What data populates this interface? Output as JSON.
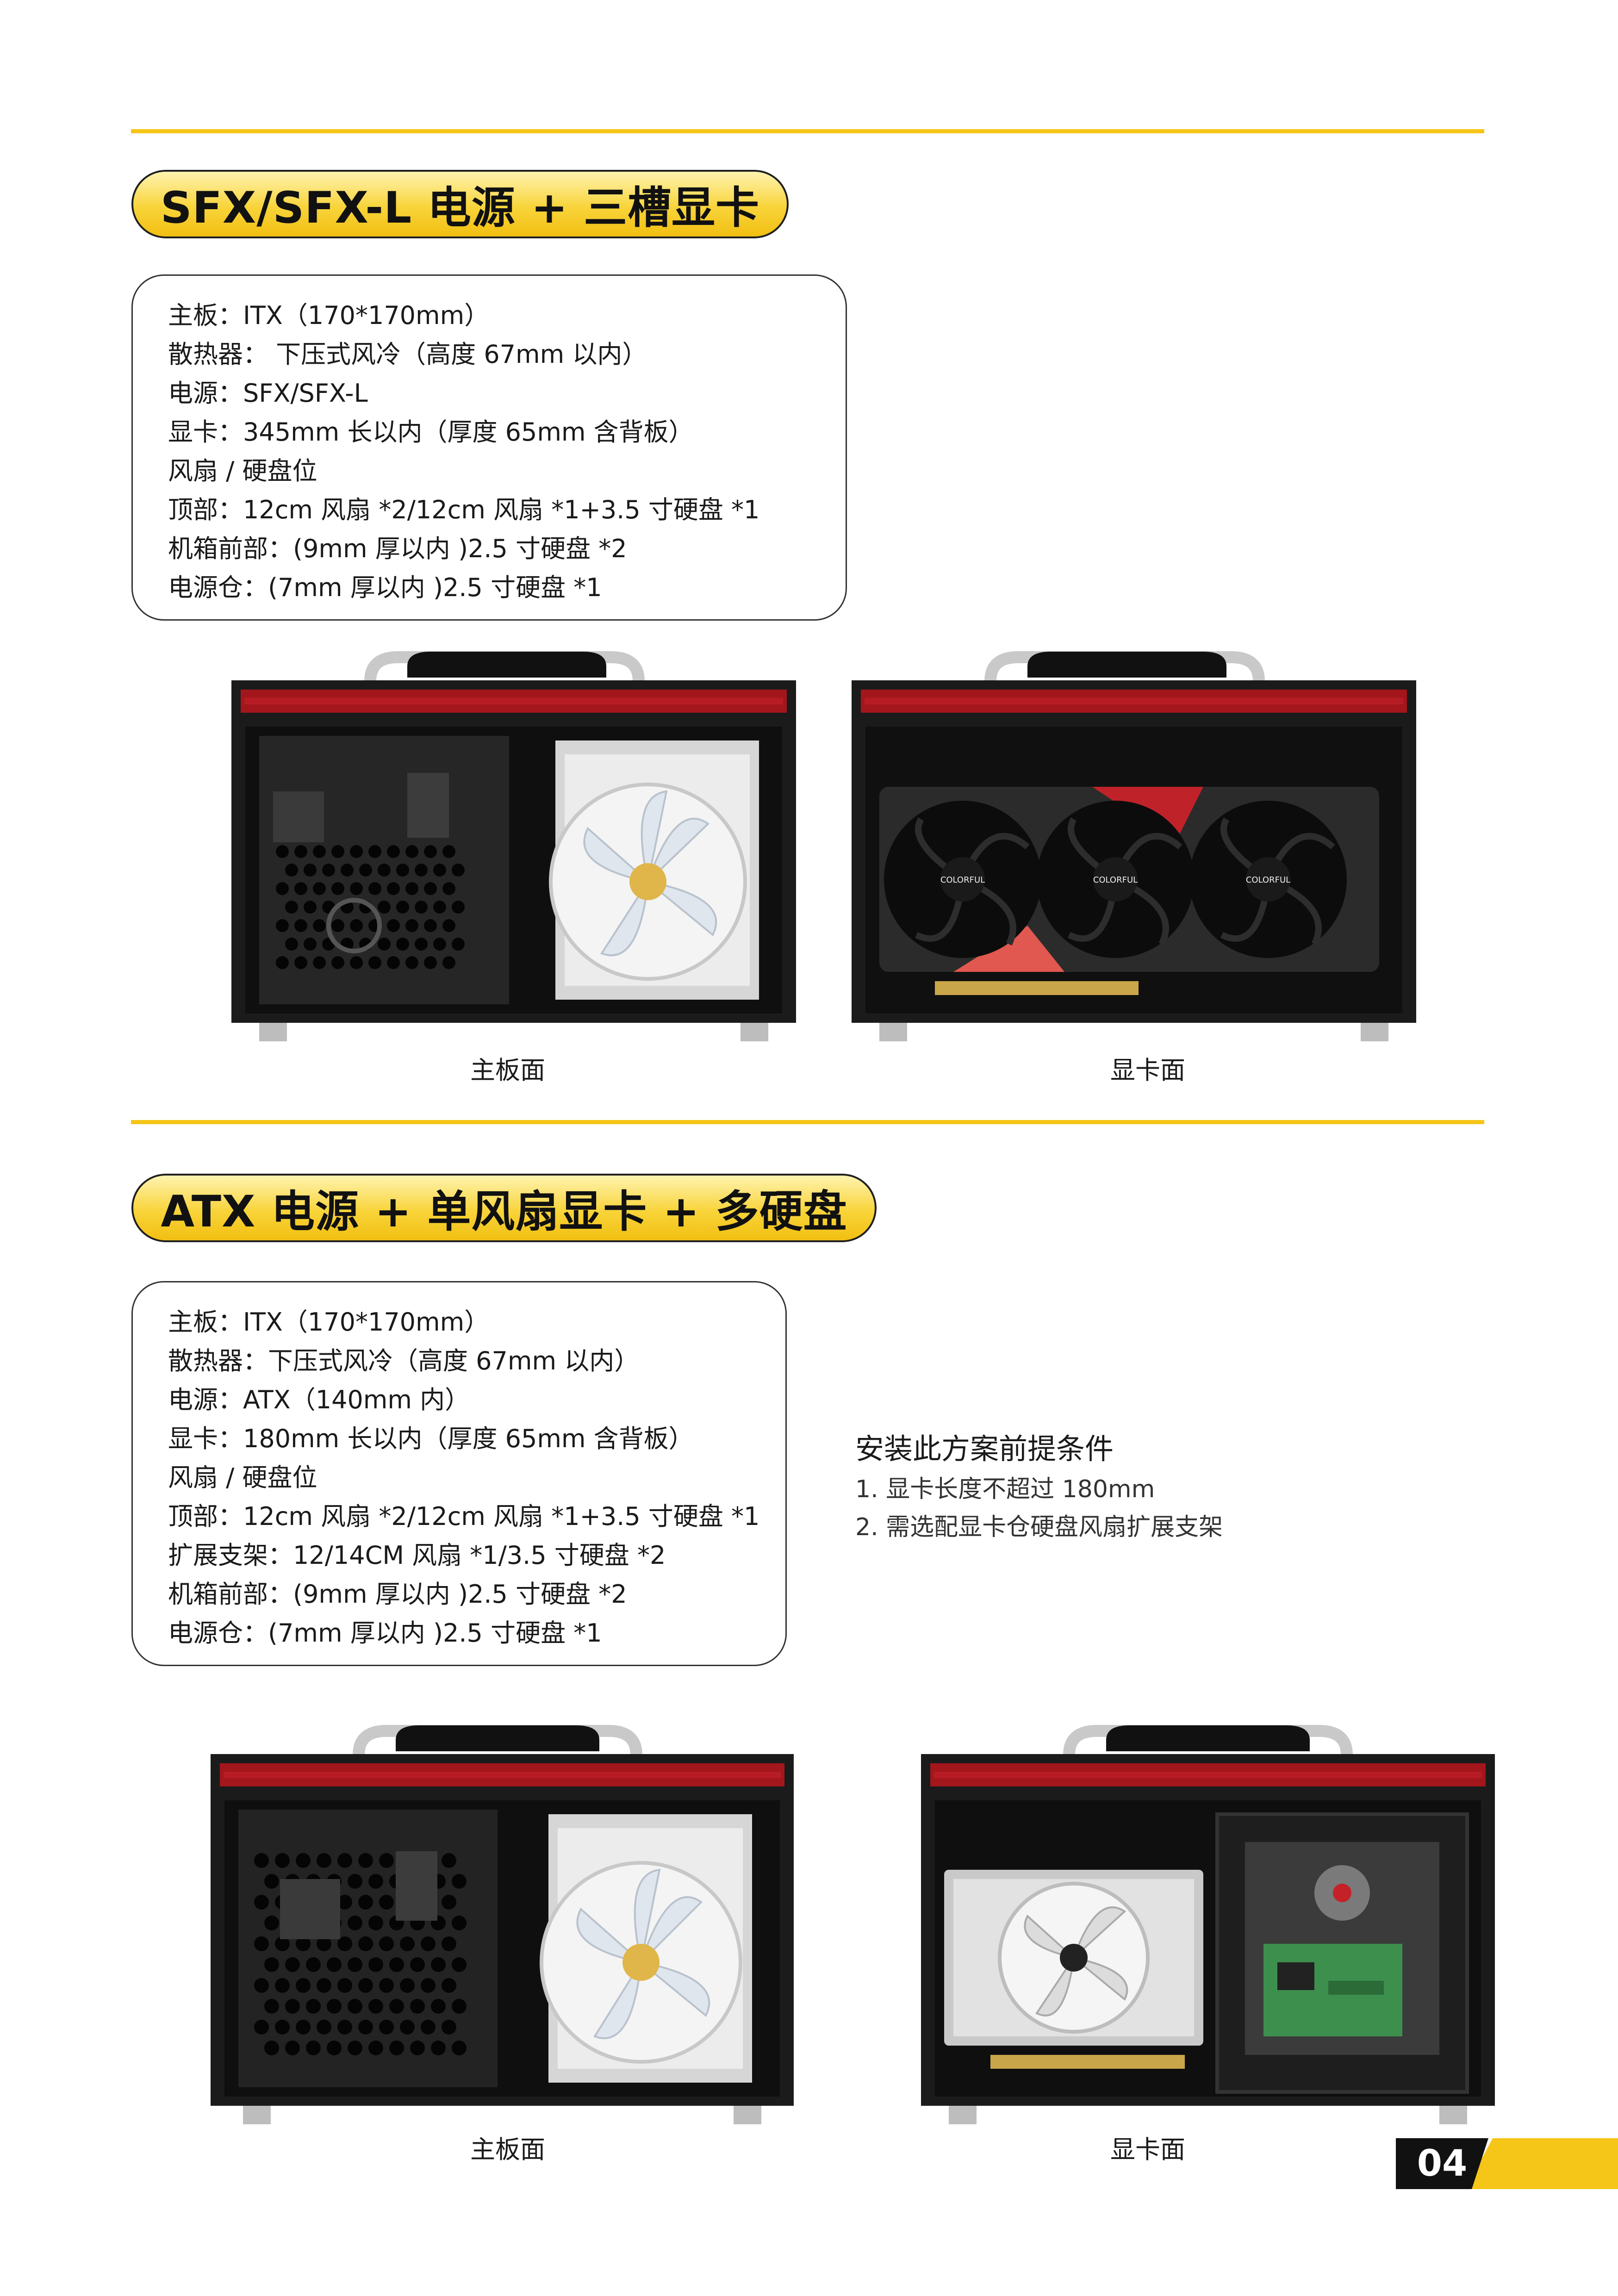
{
  "section1": {
    "title": "SFX/SFX-L 电源 + 三槽显卡",
    "specs": [
      "主板：ITX（170*170mm）",
      "散热器： 下压式风冷（高度 67mm 以内）",
      "电源：SFX/SFX-L",
      "显卡：345mm 长以内（厚度 65mm 含背板）",
      "风扇 / 硬盘位",
      "顶部：12cm 风扇 *2/12cm 风扇 *1+3.5 寸硬盘 *1",
      "机箱前部：(9mm 厚以内 )2.5 寸硬盘 *2",
      "电源仓：(7mm 厚以内 )2.5 寸硬盘 *1"
    ],
    "caption_left": "主板面",
    "caption_right": "显卡面",
    "gpu_brand": "COLORFUL"
  },
  "section2": {
    "title": "ATX 电源 + 单风扇显卡 + 多硬盘",
    "specs": [
      "主板：ITX（170*170mm）",
      "散热器：下压式风冷（高度 67mm 以内）",
      "电源：ATX（140mm 内）",
      "显卡：180mm 长以内（厚度 65mm 含背板）",
      "风扇 / 硬盘位",
      "顶部：12cm 风扇 *2/12cm 风扇 *1+3.5 寸硬盘 *1",
      "扩展支架：12/14CM 风扇 *1/3.5 寸硬盘 *2",
      "机箱前部：(9mm 厚以内 )2.5 寸硬盘 *2",
      "电源仓：(7mm 厚以内 )2.5 寸硬盘 *1"
    ],
    "prereq": {
      "heading": "安装此方案前提条件",
      "items": [
        "1. 显卡长度不超过 180mm",
        "2. 需选配显卡仓硬盘风扇扩展支架"
      ]
    },
    "caption_left": "主板面",
    "caption_right": "显卡面"
  },
  "page_number": "04",
  "colors": {
    "accent": "#f5c518",
    "case_red": "#a3161c",
    "case_black": "#1b1b1b"
  }
}
